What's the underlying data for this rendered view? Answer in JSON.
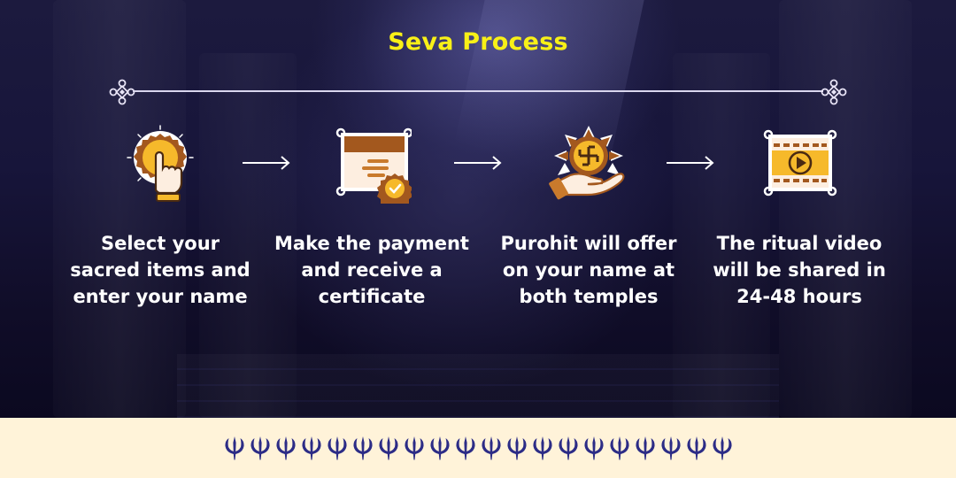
{
  "header": {
    "title": "Seva Process"
  },
  "colors": {
    "title": "#f8f017",
    "background_dark": "#17153a",
    "footer_bg": "#fff3d9",
    "trident": "#2c2c86",
    "icon_gold": "#f6b92b",
    "icon_brown": "#a3581e",
    "icon_cream": "#fdeee0"
  },
  "steps": [
    {
      "icon": "hand-tap-icon",
      "label_lines": [
        "Select your",
        "sacred items and",
        "enter your name"
      ]
    },
    {
      "icon": "certificate-icon",
      "label_lines": [
        "Make the payment",
        "and receive a",
        "certificate"
      ]
    },
    {
      "icon": "offering-hand-icon",
      "label_lines": [
        "Purohit will offer",
        "on your name at",
        "both temples"
      ]
    },
    {
      "icon": "video-play-icon",
      "label_lines": [
        "The ritual video",
        "will be shared in",
        "24-48 hours"
      ]
    }
  ],
  "arrows": [
    "arrow-right-icon",
    "arrow-right-icon",
    "arrow-right-icon"
  ],
  "footer": {
    "trident_count": 20,
    "icon": "trident-icon"
  }
}
